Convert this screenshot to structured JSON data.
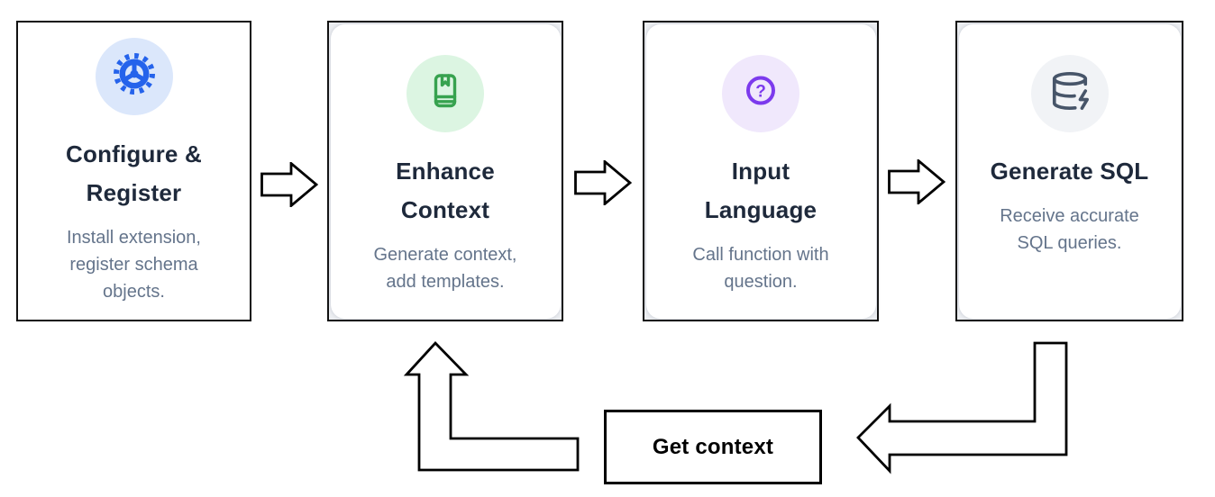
{
  "diagram": {
    "steps": [
      {
        "title_lines": [
          "Configure &",
          "Register"
        ],
        "description_lines": [
          "Install extension,",
          "register schema",
          "objects."
        ],
        "icon": "gear-icon",
        "icon_color": "#2563eb",
        "icon_bg": "#dbe7fb"
      },
      {
        "title_lines": [
          "Enhance",
          "Context"
        ],
        "description_lines": [
          "Generate context,",
          "add templates."
        ],
        "icon": "book-bookmark-icon",
        "icon_color": "#37a24f",
        "icon_bg": "#dcf5e2"
      },
      {
        "title_lines": [
          "Input",
          "Language"
        ],
        "description_lines": [
          "Call function with",
          "question."
        ],
        "icon": "question-circle-icon",
        "icon_color": "#7c3aed",
        "icon_bg": "#f0e8fc"
      },
      {
        "title_lines": [
          "Generate SQL"
        ],
        "description_lines": [
          "Receive accurate",
          "SQL queries."
        ],
        "icon": "database-zap-icon",
        "icon_color": "#475569",
        "icon_bg": "#f1f3f6"
      }
    ],
    "loop": {
      "label": "Get context"
    },
    "colors": {
      "card_border": "#111111",
      "title_text": "#1e293b",
      "description_text": "#64748b",
      "arrow_outline": "#000000",
      "arrow_fill": "#ffffff"
    }
  }
}
